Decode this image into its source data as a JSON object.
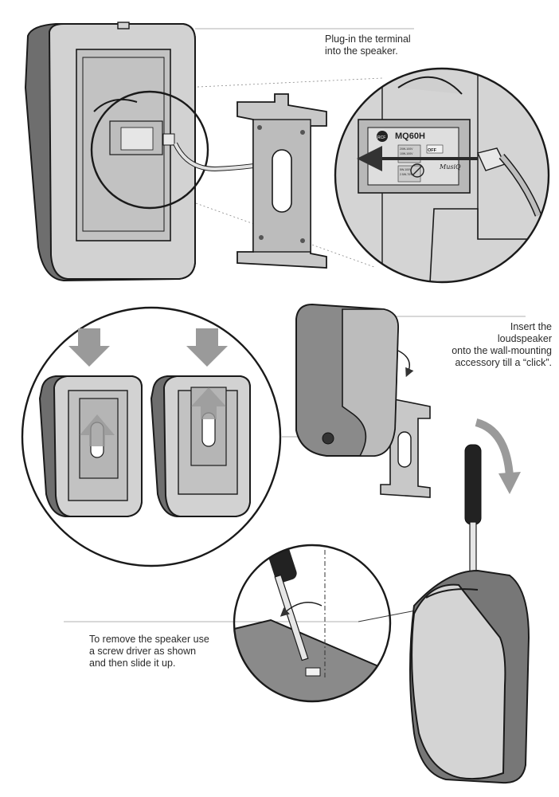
{
  "steps": [
    {
      "caption": "Plug-in the terminal\ninto the speaker."
    },
    {
      "caption": "Insert the\nloudspeaker\nonto the wall-mounting\naccessory till a “click”."
    },
    {
      "caption": "To remove the speaker use\na screw driver as shown\nand then slide it up."
    }
  ],
  "product": {
    "model": "MQ60H",
    "brand_mark": "RCF",
    "switch_label": "OFF",
    "tap_labels": [
      "20W-100V",
      "10W-100V",
      "5W-100V",
      "2.5W-70V"
    ],
    "signature": "MusiQ"
  },
  "colors": {
    "speaker_body": "#8a8a8a",
    "speaker_side": "#6a6a6a",
    "panel": "#d0d0d0",
    "bracket": "#b8b8b8",
    "arrow": "#9a9a9a",
    "outline": "#1a1a1a"
  }
}
